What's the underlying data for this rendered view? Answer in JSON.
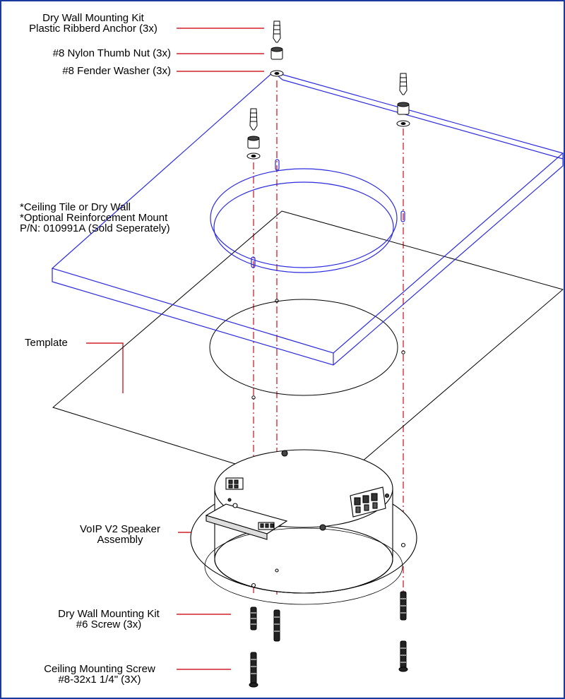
{
  "labels": {
    "anchor_line1": "Dry Wall Mounting Kit",
    "anchor_line2": "Plastic Ribberd Anchor (3x)",
    "thumb_nut": "#8 Nylon Thumb Nut (3x)",
    "washer": "#8 Fender Washer (3x)",
    "ceiling_line1": "*Ceiling Tile or Dry Wall",
    "ceiling_line2": "*Optional Reinforcement Mount",
    "ceiling_line3": "P/N: 010991A (Sold Seperately)",
    "template": "Template",
    "speaker_line1": "VoIP V2 Speaker",
    "speaker_line2": "Assembly",
    "screw6_line1": "Dry Wall Mounting Kit",
    "screw6_line2": "#6 Screw (3x)",
    "ceiling_screw_line1": "Ceiling Mounting Screw",
    "ceiling_screw_line2": "#8-32x1 1/4\" (3X)"
  },
  "colors": {
    "frame": "#1a3aa0",
    "leader": "#d0202a",
    "panel": "#2a2ae0",
    "ink": "#000000"
  }
}
